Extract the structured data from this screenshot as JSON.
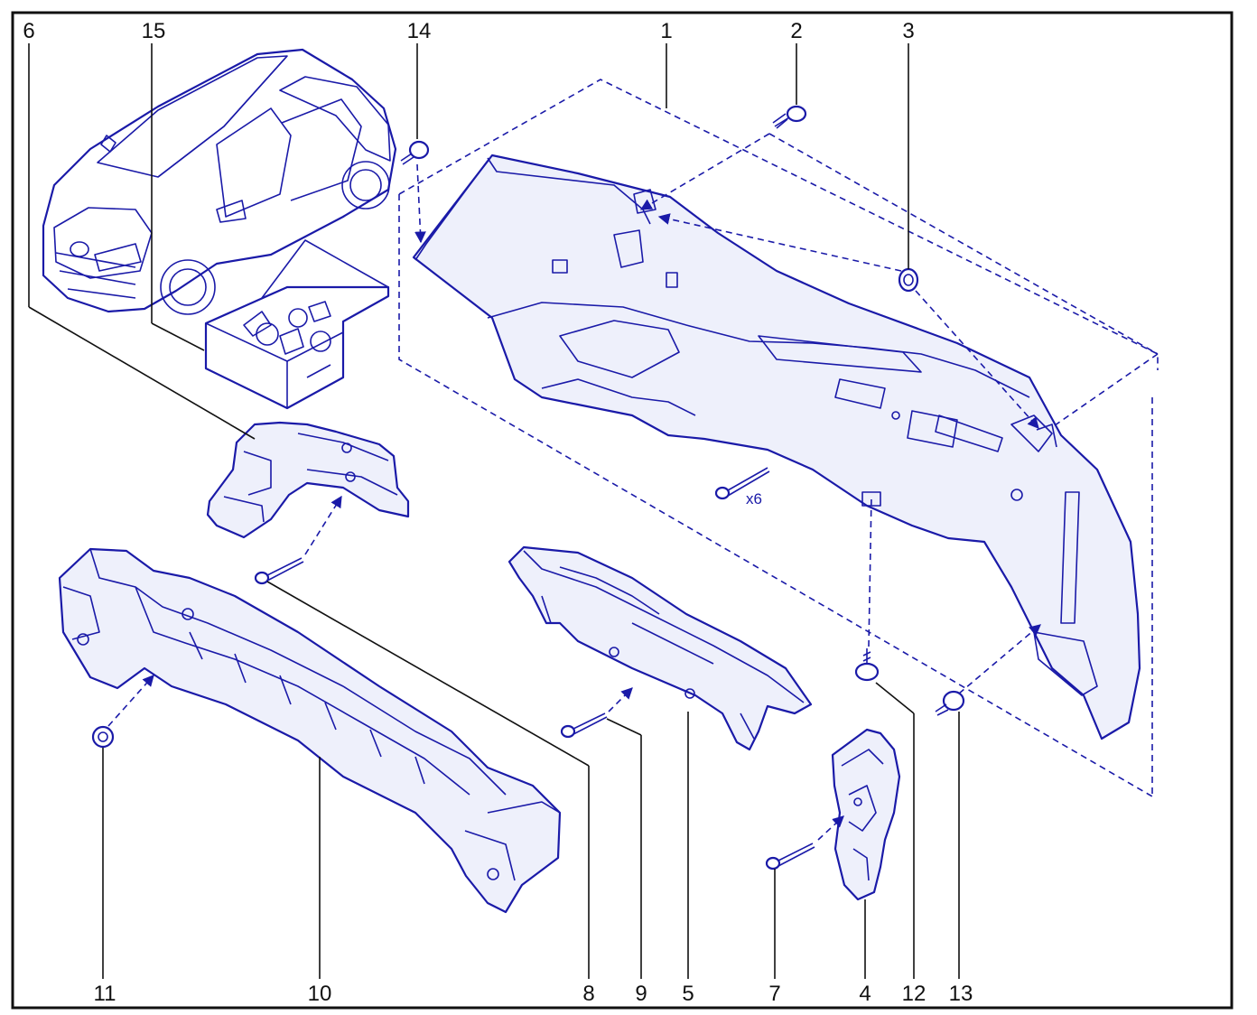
{
  "labels": {
    "n1": "1",
    "n2": "2",
    "n3": "3",
    "n4": "4",
    "n5": "5",
    "n6": "6",
    "n7": "7",
    "n8": "8",
    "n9": "9",
    "n10": "10",
    "n11": "11",
    "n12": "12",
    "n13": "13",
    "n14": "14",
    "n15": "15"
  },
  "quantity_note": "x6",
  "colors": {
    "line_art": "#1a1aa8",
    "frame": "#111111",
    "fill": "#eef0fb"
  }
}
